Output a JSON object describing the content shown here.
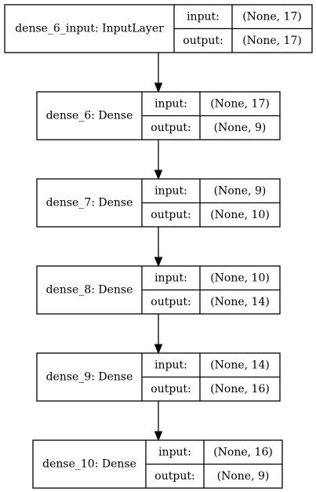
{
  "diagram": {
    "layers": [
      {
        "name": "dense_6_input: InputLayer",
        "input_label": "input:",
        "input_shape": "(None, 17)",
        "output_label": "output:",
        "output_shape": "(None, 17)"
      },
      {
        "name": "dense_6: Dense",
        "input_label": "input:",
        "input_shape": "(None, 17)",
        "output_label": "output:",
        "output_shape": "(None, 9)"
      },
      {
        "name": "dense_7: Dense",
        "input_label": "input:",
        "input_shape": "(None, 9)",
        "output_label": "output:",
        "output_shape": "(None, 10)"
      },
      {
        "name": "dense_8: Dense",
        "input_label": "input:",
        "input_shape": "(None, 10)",
        "output_label": "output:",
        "output_shape": "(None, 14)"
      },
      {
        "name": "dense_9: Dense",
        "input_label": "input:",
        "input_shape": "(None, 14)",
        "output_label": "output:",
        "output_shape": "(None, 16)"
      },
      {
        "name": "dense_10: Dense",
        "input_label": "input:",
        "input_shape": "(None, 16)",
        "output_label": "output:",
        "output_shape": "(None, 9)"
      }
    ],
    "colors": {
      "stroke": "#000000",
      "fill": "#ffffff",
      "text": "#000000"
    }
  }
}
